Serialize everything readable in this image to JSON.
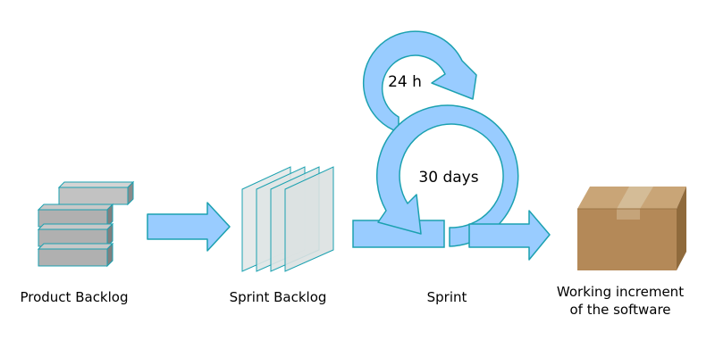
{
  "labels": {
    "product_backlog": "Product Backlog",
    "sprint_backlog": "Sprint Backlog",
    "sprint": "Sprint",
    "working_increment_line1": "Working increment",
    "working_increment_line2": "of the software"
  },
  "cycles": {
    "daily": "24 h",
    "sprint": "30 days"
  },
  "colors": {
    "arrow_fill": "#99ccff",
    "arrow_stroke": "#1ba1b0",
    "block_fill": "#b3b3b3",
    "sheet_fill": "#e3e8e8",
    "box_fill": "#b48958"
  }
}
